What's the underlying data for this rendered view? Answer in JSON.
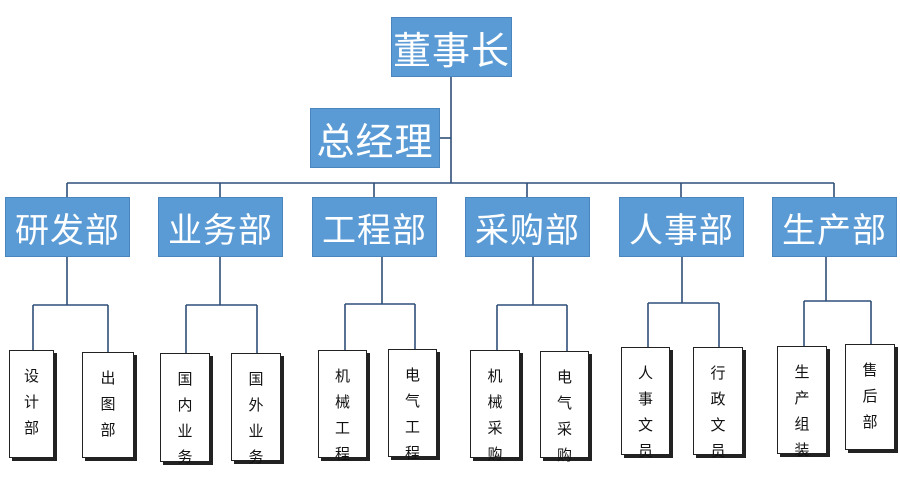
{
  "chairman": "董事长",
  "general_manager": "总经理",
  "departments": [
    {
      "name": "研发部",
      "subs": [
        "设计部",
        "出图部"
      ]
    },
    {
      "name": "业务部",
      "subs": [
        "国内业务",
        "国外业务"
      ]
    },
    {
      "name": "工程部",
      "subs": [
        "机械工程",
        "电气工程"
      ]
    },
    {
      "name": "采购部",
      "subs": [
        "机械采购",
        "电气采购"
      ]
    },
    {
      "name": "人事部",
      "subs": [
        "人事文员",
        "行政文员"
      ]
    },
    {
      "name": "生产部",
      "subs": [
        "生产组装",
        "售后部"
      ]
    }
  ],
  "colors": {
    "box_fill": "#5b9bd5",
    "box_text": "#ffffff",
    "connector": "#2f4f7a"
  }
}
